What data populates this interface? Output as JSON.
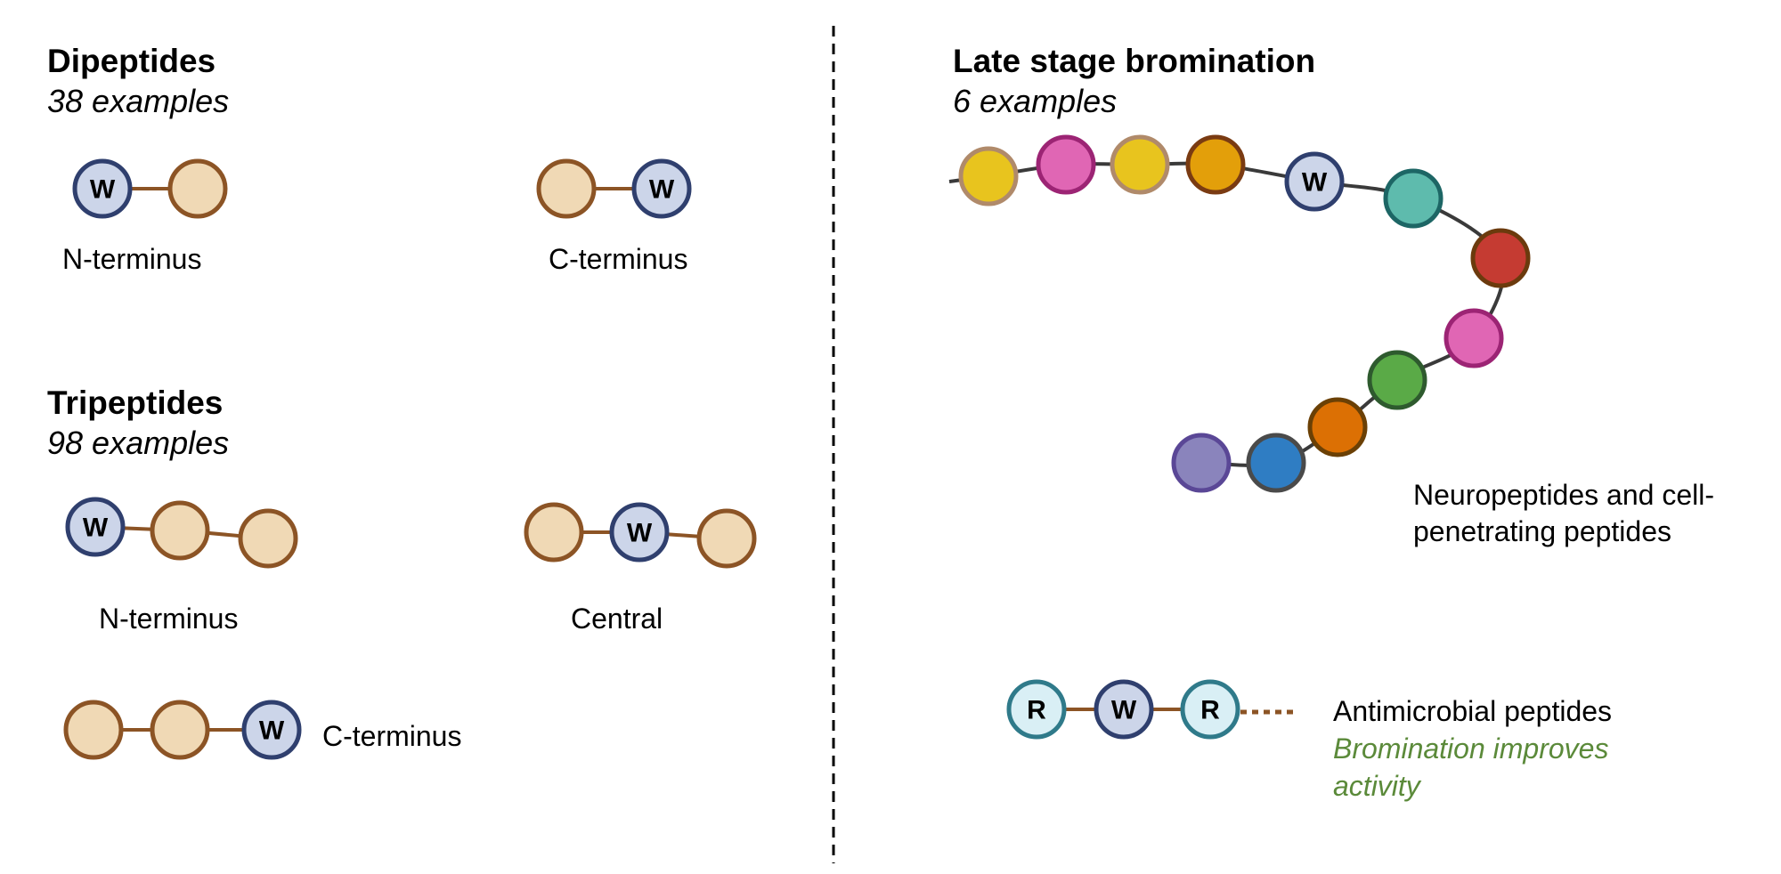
{
  "colors": {
    "tryptophan_fill": "#ccd5e9",
    "tryptophan_stroke": "#2f3f6e",
    "generic_fill": "#f0d9b5",
    "generic_stroke": "#8c5425",
    "peptide_bond": "#8c5425",
    "backbone": "#3a3a3a",
    "arginine_fill": "#d9eff5",
    "arginine_stroke": "#2f7a8a",
    "highlight_text": "#5b8a3a",
    "divider": "#000000"
  },
  "left_panel": {
    "dipeptides": {
      "title": "Dipeptides",
      "count_label": "38 examples",
      "variants": [
        {
          "label": "N-terminus",
          "residues": [
            "W",
            ""
          ]
        },
        {
          "label": "C-terminus",
          "residues": [
            "",
            "W"
          ]
        }
      ]
    },
    "tripeptides": {
      "title": "Tripeptides",
      "count_label": "98 examples",
      "variants": [
        {
          "label": "N-terminus",
          "residues": [
            "W",
            "",
            ""
          ]
        },
        {
          "label": "Central",
          "residues": [
            "",
            "W",
            ""
          ]
        },
        {
          "label": "C-terminus",
          "residues": [
            "",
            "",
            "W"
          ]
        }
      ]
    }
  },
  "right_panel": {
    "title": "Late stage bromination",
    "count_label": "6 examples",
    "long_chain": {
      "caption_lines": [
        "Neuropeptides and cell-",
        "penetrating peptides"
      ],
      "residues": [
        {
          "letter": "",
          "fill": "#e8c41e",
          "stroke": "#b08a6a"
        },
        {
          "letter": "",
          "fill": "#e066b4",
          "stroke": "#9c2474"
        },
        {
          "letter": "",
          "fill": "#e8c41e",
          "stroke": "#b08a6a"
        },
        {
          "letter": "",
          "fill": "#e39f0a",
          "stroke": "#7a3b12"
        },
        {
          "letter": "W",
          "fill": "#ccd5e9",
          "stroke": "#2f3f6e"
        },
        {
          "letter": "",
          "fill": "#5ebbad",
          "stroke": "#1d6665"
        },
        {
          "letter": "",
          "fill": "#c53b32",
          "stroke": "#6b3a0d"
        },
        {
          "letter": "",
          "fill": "#e066b4",
          "stroke": "#9c2474"
        },
        {
          "letter": "",
          "fill": "#5aaa47",
          "stroke": "#2e5a2e"
        },
        {
          "letter": "",
          "fill": "#dc7004",
          "stroke": "#6b4005"
        },
        {
          "letter": "",
          "fill": "#2f7dc3",
          "stroke": "#4a4a4a"
        },
        {
          "letter": "",
          "fill": "#8a84bc",
          "stroke": "#5a4796"
        }
      ]
    },
    "short_chain": {
      "residues": [
        "R",
        "W",
        "R"
      ],
      "continues": true,
      "caption": "Antimicrobial peptides",
      "highlight_lines": [
        "Bromination improves",
        "activity"
      ]
    }
  }
}
